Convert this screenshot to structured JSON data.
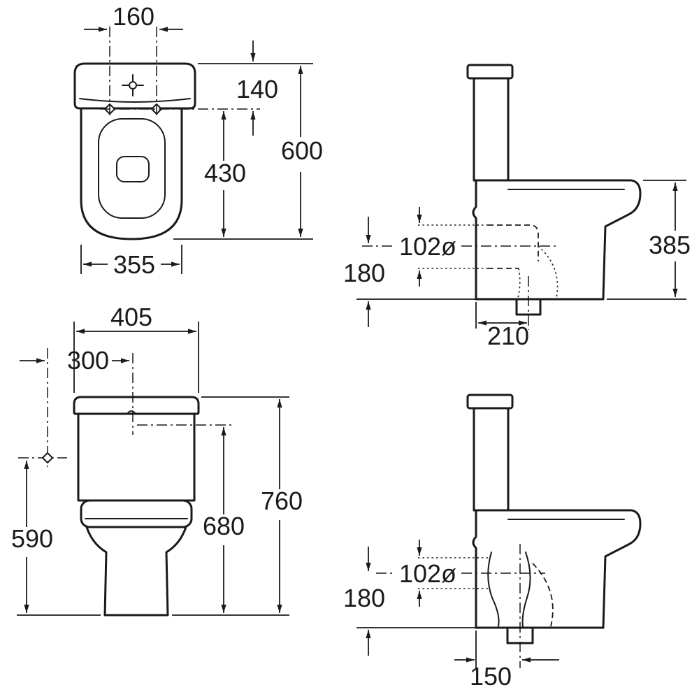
{
  "colors": {
    "line": "#1a1a1a",
    "background": "#ffffff"
  },
  "views": {
    "plan": {
      "dim_hole_spacing": "160",
      "dim_cistern_depth": "140",
      "dim_overall_depth": "600",
      "dim_bowl_depth": "430",
      "dim_overall_width": "355"
    },
    "side_upper": {
      "dim_outlet_diameter": "102ø",
      "dim_outlet_height": "180",
      "dim_rim_height": "385",
      "dim_outlet_setout": "210"
    },
    "front": {
      "dim_cistern_width": "405",
      "dim_inlet_setout": "300",
      "dim_overall_height": "760",
      "dim_cistern_underside_height": "680",
      "dim_inlet_height": "590"
    },
    "side_lower": {
      "dim_outlet_diameter": "102ø",
      "dim_outlet_height": "180",
      "dim_outlet_setout": "150"
    }
  }
}
